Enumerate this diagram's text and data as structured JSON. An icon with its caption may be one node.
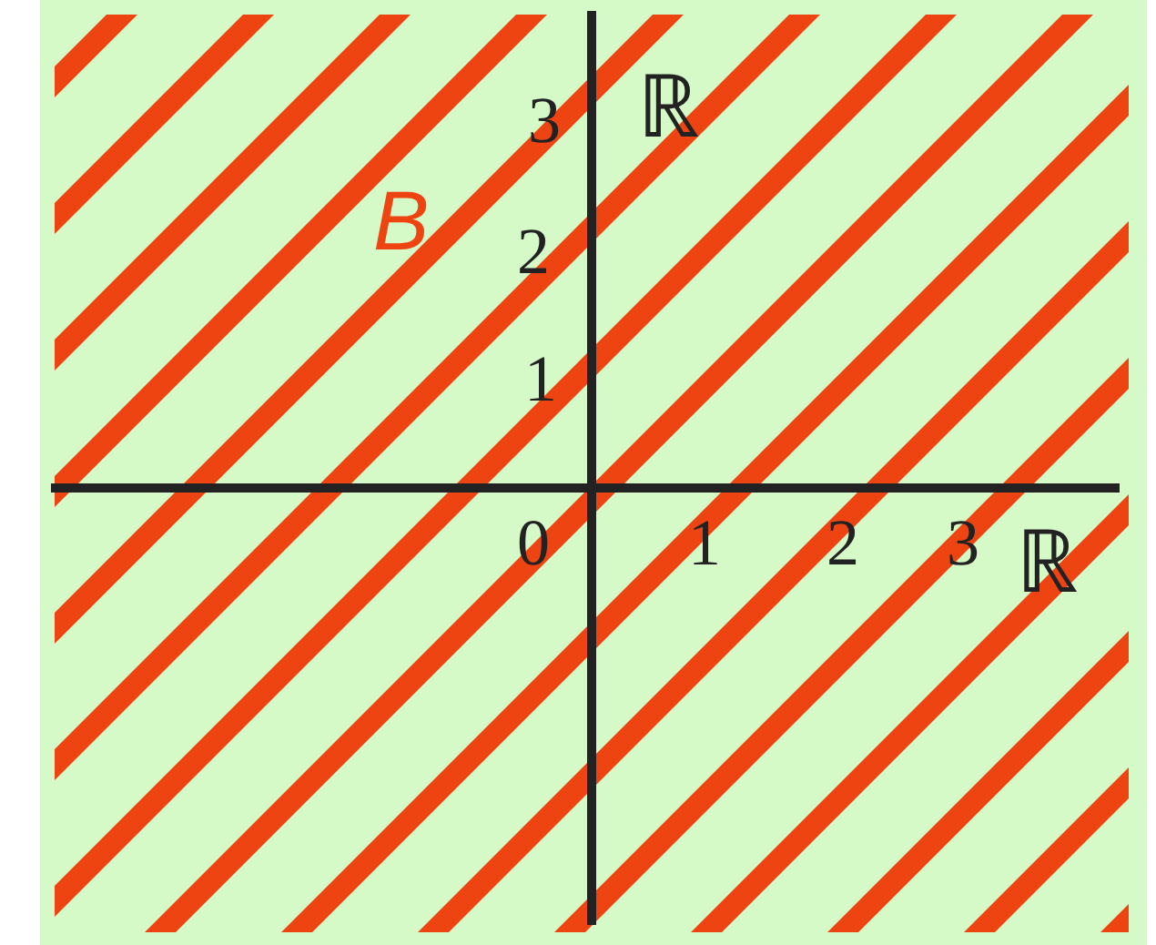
{
  "diagram": {
    "labels": [
      "3",
      "ℝ",
      "B",
      "2",
      "1",
      "0",
      "1",
      "2",
      "3",
      "ℝ"
    ]
  }
}
